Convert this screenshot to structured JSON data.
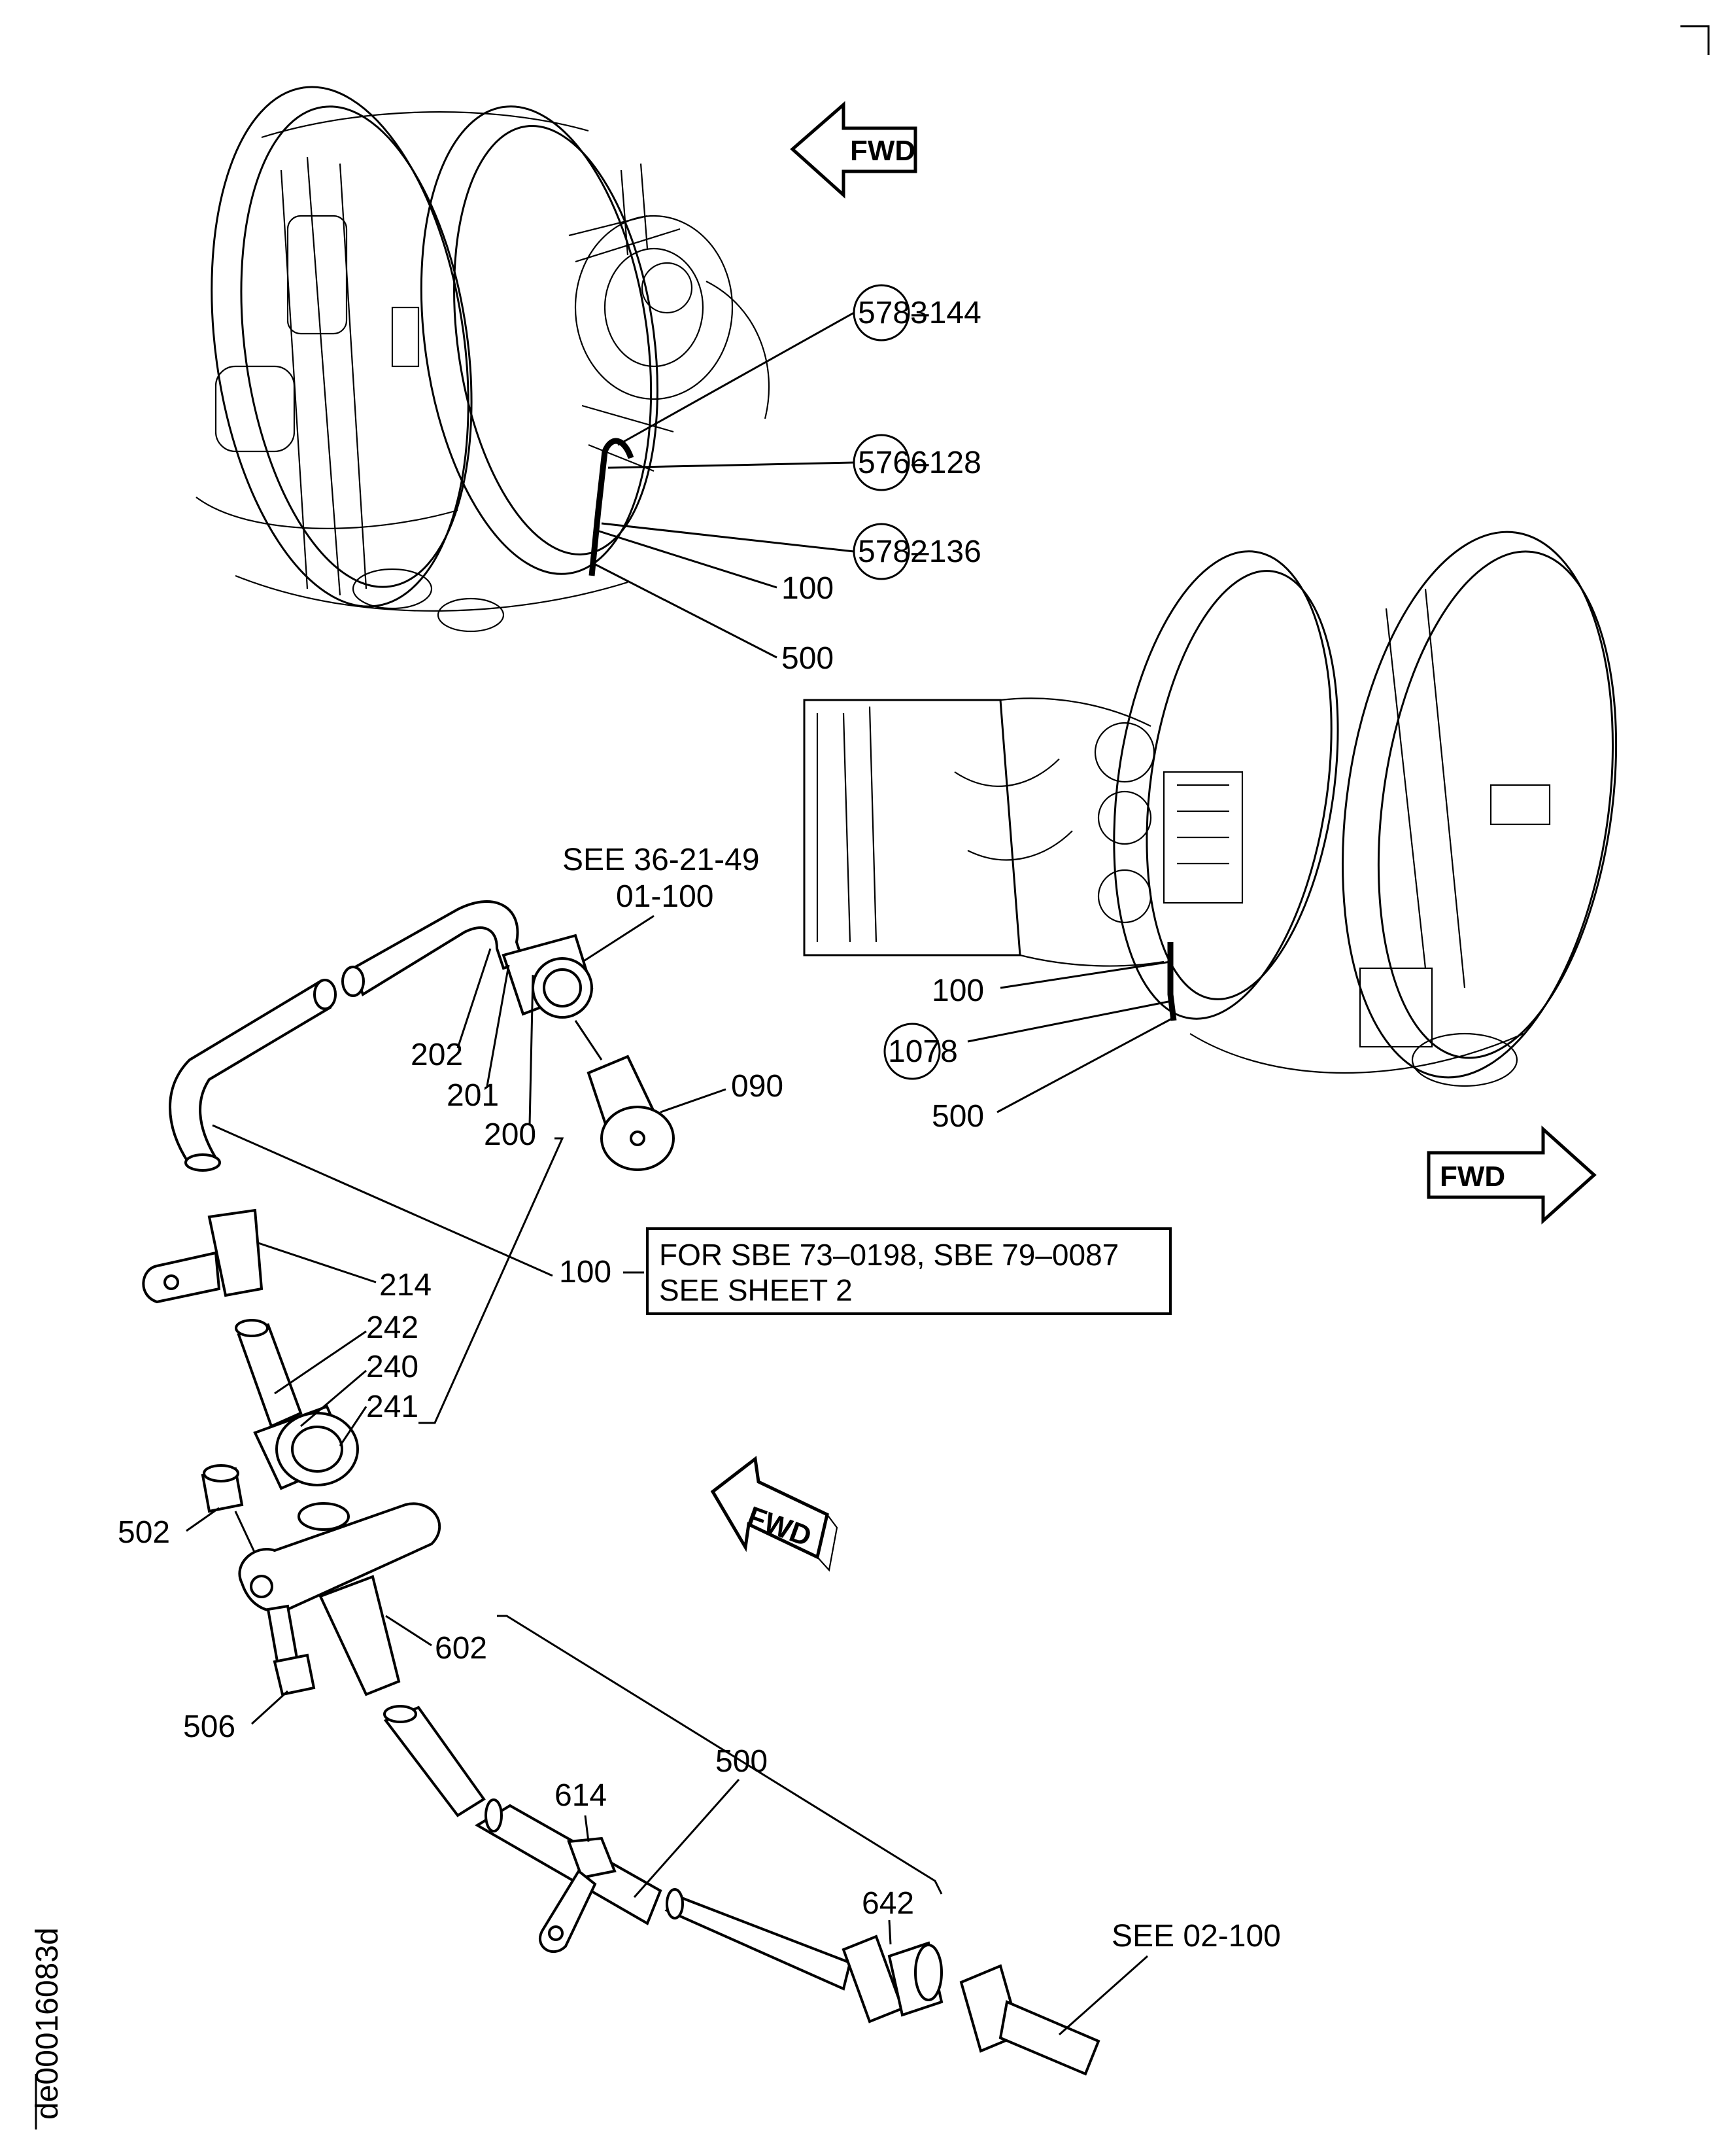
{
  "figure": {
    "id_label": "de00016083d"
  },
  "arrows": {
    "fwd_top": "FWD",
    "fwd_right": "FWD",
    "fwd_mid": "FWD"
  },
  "callouts_top_engine": {
    "c1": "5783",
    "c1_suffix": "–144",
    "c2": "5766",
    "c2_suffix": "–128",
    "c3": "5782",
    "c3_suffix": "–136",
    "p100": "100",
    "p500": "500"
  },
  "callouts_right_engine": {
    "p100": "100",
    "c1078": "1078",
    "p500": "500"
  },
  "parts": {
    "see_ref_line1": "SEE 36-21-49",
    "see_ref_line2": "01-100",
    "p202": "202",
    "p201": "201",
    "p200": "200",
    "p090": "090",
    "p100": "100",
    "p214": "214",
    "p242": "242",
    "p240": "240",
    "p241": "241",
    "p502": "502",
    "p602": "602",
    "p506": "506",
    "p614": "614",
    "p500": "500",
    "p642": "642",
    "see_02": "SEE 02-100"
  },
  "note_box": {
    "line1": "FOR SBE 73–0198, SBE 79–0087",
    "line2": "SEE SHEET 2"
  }
}
